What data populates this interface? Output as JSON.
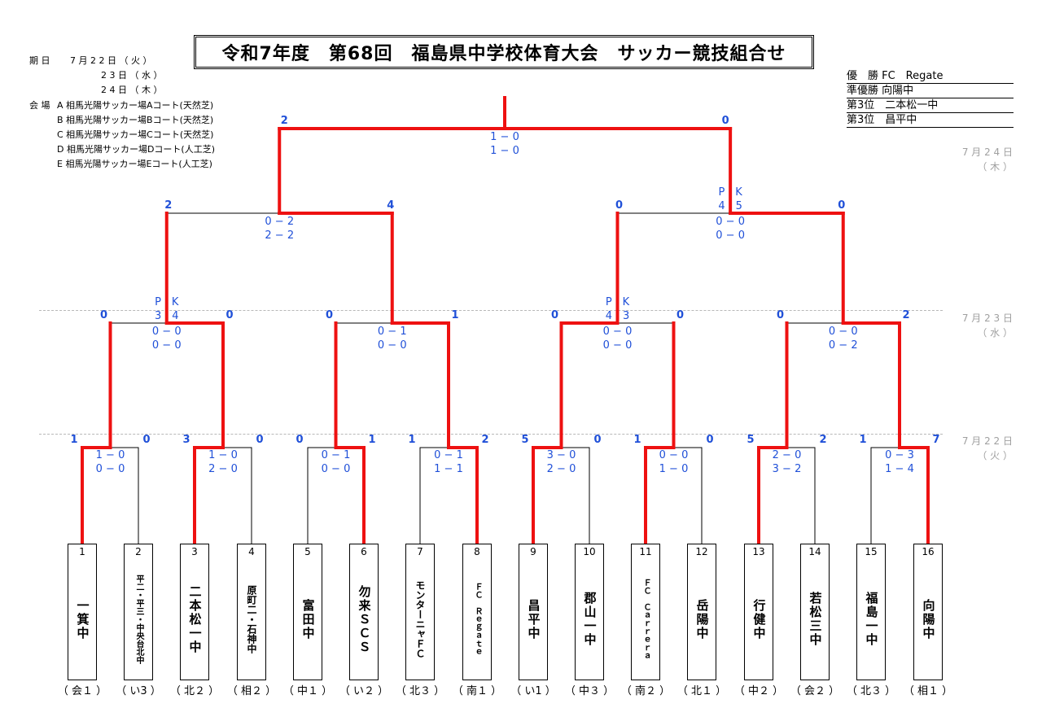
{
  "title": "令和7年度　第68回　福島県中学校体育大会　サッカー競技組合せ",
  "info": {
    "date_label": "期 日",
    "dates": [
      "7 月 2 2 日 （ 火 ）",
      "2 3 日 （ 水 ）",
      "2 4 日 （ 木 ）"
    ],
    "venue_label": "会 場",
    "venues": [
      "A 相馬光陽サッカー場Aコート(天然芝)",
      "B 相馬光陽サッカー場Bコート(天然芝)",
      "C 相馬光陽サッカー場Cコート(天然芝)",
      "D 相馬光陽サッカー場Dコート(人工芝)",
      "E 相馬光陽サッカー場Eコート(人工芝)"
    ]
  },
  "results": [
    "優　勝 FC　Regate",
    "準優勝 向陽中",
    "第3位　二本松一中",
    "第3位　昌平中"
  ],
  "round_dates": [
    "7 月 2 4 日\n（ 木 ）",
    "7 月 2 3 日\n（ 水 ）",
    "7 月 2 2 日\n（ 火 ）"
  ],
  "teams": [
    {
      "num": "1",
      "name": "一箕中",
      "league": "（ 会１ ）"
    },
    {
      "num": "2",
      "name": "平二・平三・中央台北中",
      "league": "（ い3 ）"
    },
    {
      "num": "3",
      "name": "二本松一中",
      "league": "（ 北２ ）"
    },
    {
      "num": "4",
      "name": "原町二・石神中",
      "league": "（ 相２ ）"
    },
    {
      "num": "5",
      "name": "富田中",
      "league": "（ 中１ ）"
    },
    {
      "num": "6",
      "name": "勿来ＳＣＳ",
      "league": "（ い２ ）"
    },
    {
      "num": "7",
      "name": "モンターニャＦＣ",
      "league": "（ 北３ ）"
    },
    {
      "num": "8",
      "name": "ＦＣ　Ｒｅｇａｔｅ",
      "league": "（ 南１ ）"
    },
    {
      "num": "9",
      "name": "昌平中",
      "league": "（ い1 ）"
    },
    {
      "num": "10",
      "name": "郡山一中",
      "league": "（ 中３ ）"
    },
    {
      "num": "11",
      "name": "ＦＣ　Ｃａｒｒｅｒａ",
      "league": "（ 南２ ）"
    },
    {
      "num": "12",
      "name": "岳陽中",
      "league": "（ 北１ ）"
    },
    {
      "num": "13",
      "name": "行健中",
      "league": "（ 中２ ）"
    },
    {
      "num": "14",
      "name": "若松三中",
      "league": "（ 会２ ）"
    },
    {
      "num": "15",
      "name": "福島一中",
      "league": "（ 北３ ）"
    },
    {
      "num": "16",
      "name": "向陽中",
      "league": "（ 相１ ）"
    }
  ],
  "matches": {
    "r1": [
      {
        "left": "1",
        "right": "0",
        "h1": "1 − 0",
        "h2": "0 − 0"
      },
      {
        "left": "3",
        "right": "0",
        "h1": "1 − 0",
        "h2": "2 − 0"
      },
      {
        "left": "0",
        "right": "1",
        "h1": "0 − 1",
        "h2": "0 − 0"
      },
      {
        "left": "1",
        "right": "2",
        "h1": "0 − 1",
        "h2": "1 − 1"
      },
      {
        "left": "5",
        "right": "0",
        "h1": "3 − 0",
        "h2": "2 − 0"
      },
      {
        "left": "1",
        "right": "0",
        "h1": "0 − 0",
        "h2": "1 − 0"
      },
      {
        "left": "5",
        "right": "2",
        "h1": "2 − 0",
        "h2": "3 − 2"
      },
      {
        "left": "1",
        "right": "7",
        "h1": "0 − 3",
        "h2": "1 − 4"
      }
    ],
    "qf": [
      {
        "left": "0",
        "right": "0",
        "h1": "0 − 0",
        "h2": "0 − 0",
        "pk_label": "P　K",
        "pk": "3　4"
      },
      {
        "left": "0",
        "right": "1",
        "h1": "0 − 1",
        "h2": "0 − 0"
      },
      {
        "left": "0",
        "right": "0",
        "h1": "0 − 0",
        "h2": "0 − 0",
        "pk_label": "P　K",
        "pk": "4　3"
      },
      {
        "left": "0",
        "right": "2",
        "h1": "0 − 0",
        "h2": "0 − 2"
      }
    ],
    "sf": [
      {
        "left": "2",
        "right": "4",
        "h1": "0 − 2",
        "h2": "2 − 2"
      },
      {
        "left": "0",
        "right": "0",
        "h1": "0 − 0",
        "h2": "0 − 0",
        "pk_label": "P　K",
        "pk": "4　5"
      }
    ],
    "final": {
      "left": "2",
      "right": "0",
      "h1": "1 − 0",
      "h2": "1 − 0"
    }
  }
}
